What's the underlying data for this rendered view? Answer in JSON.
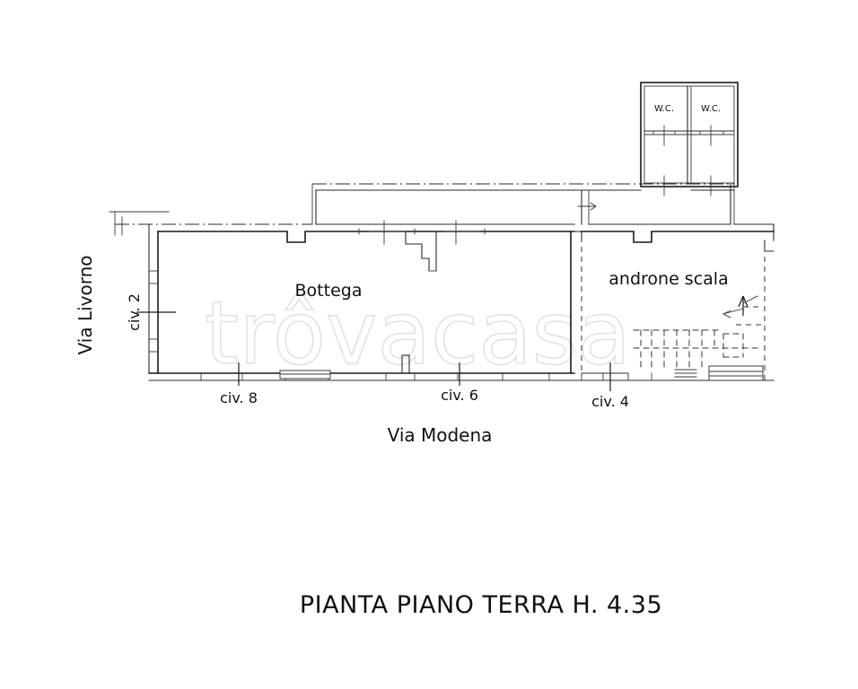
{
  "document": {
    "type": "architectural-floor-plan",
    "title": "PIANTA PIANO TERRA H. 4.35",
    "watermark": "trôvacasa",
    "background_color": "#ffffff",
    "line_color": "#1a1a1a",
    "watermark_color": "#e2e2e2"
  },
  "rooms": [
    {
      "id": "bottega",
      "label": "Bottega"
    },
    {
      "id": "androne",
      "label": "androne scala"
    },
    {
      "id": "wc_left",
      "label": "W.C."
    },
    {
      "id": "wc_right",
      "label": "W.C."
    }
  ],
  "streets": [
    {
      "id": "via_livorno",
      "label": "Via Livorno",
      "orientation": "vertical",
      "side": "left"
    },
    {
      "id": "via_modena",
      "label": "Via Modena",
      "orientation": "horizontal",
      "side": "bottom"
    }
  ],
  "civic_numbers": [
    {
      "id": "civ_2",
      "label": "civ. 2",
      "orientation": "vertical",
      "street": "Via Livorno"
    },
    {
      "id": "civ_8",
      "label": "civ. 8",
      "orientation": "horizontal",
      "street": "Via Modena"
    },
    {
      "id": "civ_6",
      "label": "civ. 6",
      "orientation": "horizontal",
      "street": "Via Modena"
    },
    {
      "id": "civ_4",
      "label": "civ. 4",
      "orientation": "horizontal",
      "street": "Via Modena"
    }
  ],
  "annotations": {
    "stair_direction": "up-arrow"
  }
}
